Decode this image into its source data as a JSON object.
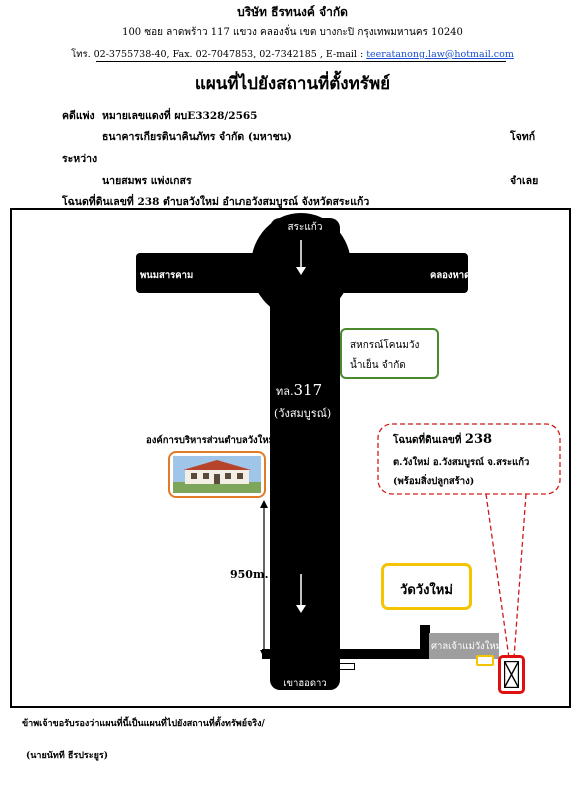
{
  "letterhead": {
    "company": "บริษัท  ธีรทนงค์ จำกัด",
    "address": "100  ซอย ลาดพร้าว 117  แขวง คลองจั่น  เขต บางกะปิ  กรุงเทพมหานคร  10240",
    "contact_prefix": "โทร. 02-3755738-40, Fax.  02-7047853, 02-7342185 , E-mail :",
    "email": "teeratanong.law@hotmail.com"
  },
  "doc": {
    "title": "แผนที่ไปยังสถานที่ตั้งทรัพย์",
    "case_label": "คดีแพ่ง",
    "case_number": "หมายเลขแดงที่ ผบE3328/2565",
    "plaintiff": "ธนาคารเกียรตินาคินภัทร จำกัด (มหาชน)",
    "plaintiff_role": "โจทก์",
    "between": "ระหว่าง",
    "defendant": "นายสมพร แพ่งเกสร",
    "defendant_role": "จำเลย",
    "deed": "โฉนดที่ดินเลขที่  238  ตำบลวังใหม่  อำเภอวังสมบูรณ์  จังหวัดสระแก้ว"
  },
  "map": {
    "top_label": "สระแก้ว",
    "left_label": "พนมสารคาม",
    "right_label": "คลองหาด",
    "road_name_prefix": "ทล.",
    "road_number": "317",
    "road_sub": "(วังสมบูรณ์)",
    "coop_line1": "สหกรณ์โคนมวัง",
    "coop_line2": "น้ำเย็น จำกัด",
    "admin_office": "องค์การบริหารส่วนตำบลวังใหม่",
    "distance": "950m.",
    "temple": "วัดวังใหม่",
    "shrine": "ศาลเจ้าแม่วังใหม่",
    "bottom_label": "เขาฮอดาว",
    "deed_box": {
      "line1_prefix": "โฉนดที่ดินเลขที่",
      "line1_number": "238",
      "line2": "ต.วังใหม่ อ.วังสมบูรณ์  จ.สระแก้ว",
      "line3": "(พร้อมสิ่งปลูกสร้าง)"
    },
    "colors": {
      "road": "#000000",
      "coop_border": "#4a8a2c",
      "admin_border": "#e07b2a",
      "temple_border": "#f5c400",
      "property_border": "#e01010",
      "callout_border": "#d11a1a",
      "shrine_bg": "#9e9e9e"
    }
  },
  "footer": {
    "certify": "ข้าพเจ้าขอรับรองว่าแผนที่นี้เป็นแผนที่ไปยังสถานที่ตั้งทรัพย์จริง/",
    "signer": "(นายนัทที ธีรประยูร)"
  }
}
